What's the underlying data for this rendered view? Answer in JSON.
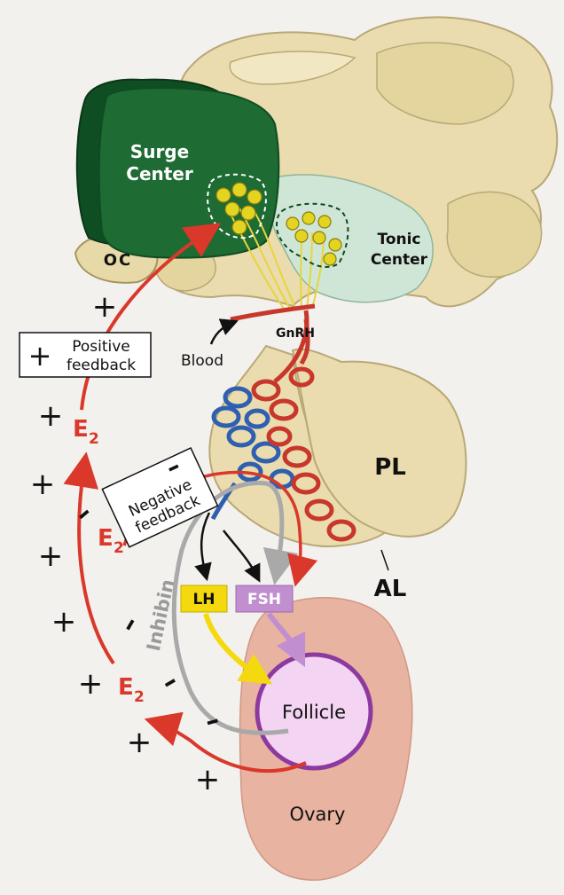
{
  "labels": {
    "surge_line1": "Surge",
    "surge_line2": "Center",
    "tonic_line1": "Tonic",
    "tonic_line2": "Center",
    "oc": "OC",
    "gnrh": "GnRH",
    "blood": "Blood",
    "pl": "PL",
    "al": "AL",
    "lh": "LH",
    "fsh": "FSH",
    "follicle": "Follicle",
    "ovary": "Ovary",
    "inhibin": "Inhibin",
    "e2_base": "E",
    "e2_sub": "2"
  },
  "feedback": {
    "positive_sign": "+",
    "positive_line1": "Positive",
    "positive_line2": "feedback",
    "negative_sign": "–",
    "negative_line1": "Negative",
    "negative_line2": "feedback"
  },
  "signs": {
    "plus": "+",
    "minus": "–"
  },
  "colors": {
    "hypothalamus": "#eadcae",
    "surge_center": "#1e6b33",
    "tonic_center": "#cfe6d6",
    "nucleus": "#e2d421",
    "artery": "#c8372b",
    "vein": "#2f5fb0",
    "lh": "#f5d90f",
    "fsh": "#c18fd0",
    "ovary": "#e8b3a0",
    "follicle": "#f3d4f2",
    "e2": "#d9382a",
    "inhibin": "#a9a9a9"
  }
}
